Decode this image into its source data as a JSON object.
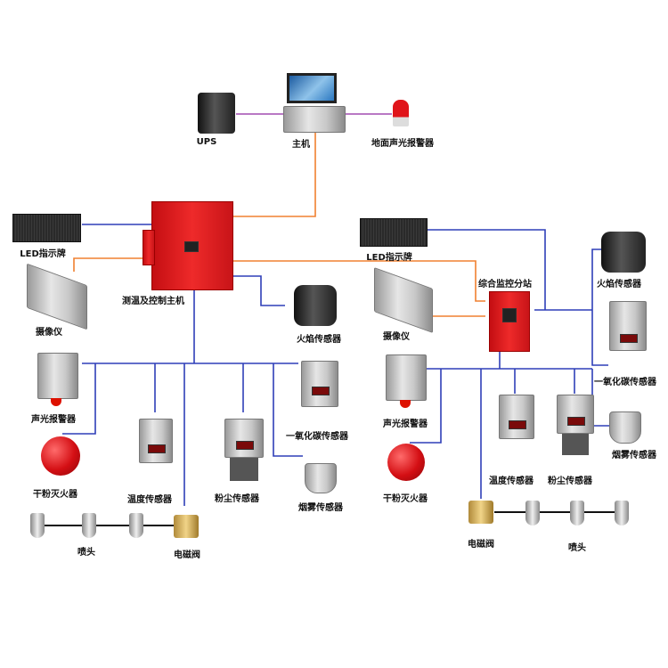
{
  "labels": {
    "ups": "UPS",
    "host": "主机",
    "ground_alarm": "地面声光报警器",
    "led_left": "LED指示牌",
    "led_right": "LED指示牌",
    "controller": "测温及控制主机",
    "camera_left": "摄像仪",
    "camera_right": "摄像仪",
    "flame_left": "火焰传感器",
    "flame_right": "火焰传感器",
    "station": "综合监控分站",
    "co_left": "一氧化碳传感器",
    "co_right": "一氧化碳传感器",
    "alarm_left": "声光报警器",
    "alarm_right": "声光报警器",
    "extinguisher_left": "干粉灭火器",
    "extinguisher_right": "干粉灭火器",
    "temp_left": "温度传感器",
    "temp_right": "温度传感器",
    "dust_left": "粉尘传感器",
    "dust_right": "粉尘传感器",
    "smoke_left": "烟雾传感器",
    "smoke_right": "烟雾传感器",
    "nozzle_left": "喷头",
    "nozzle_right": "喷头",
    "valve_left": "电磁阀",
    "valve_right": "电磁阀"
  },
  "colors": {
    "power_link": "#a24bb0",
    "network_link": "#f08030",
    "signal_link": "#2f3fb8",
    "pipe": "#111111"
  }
}
